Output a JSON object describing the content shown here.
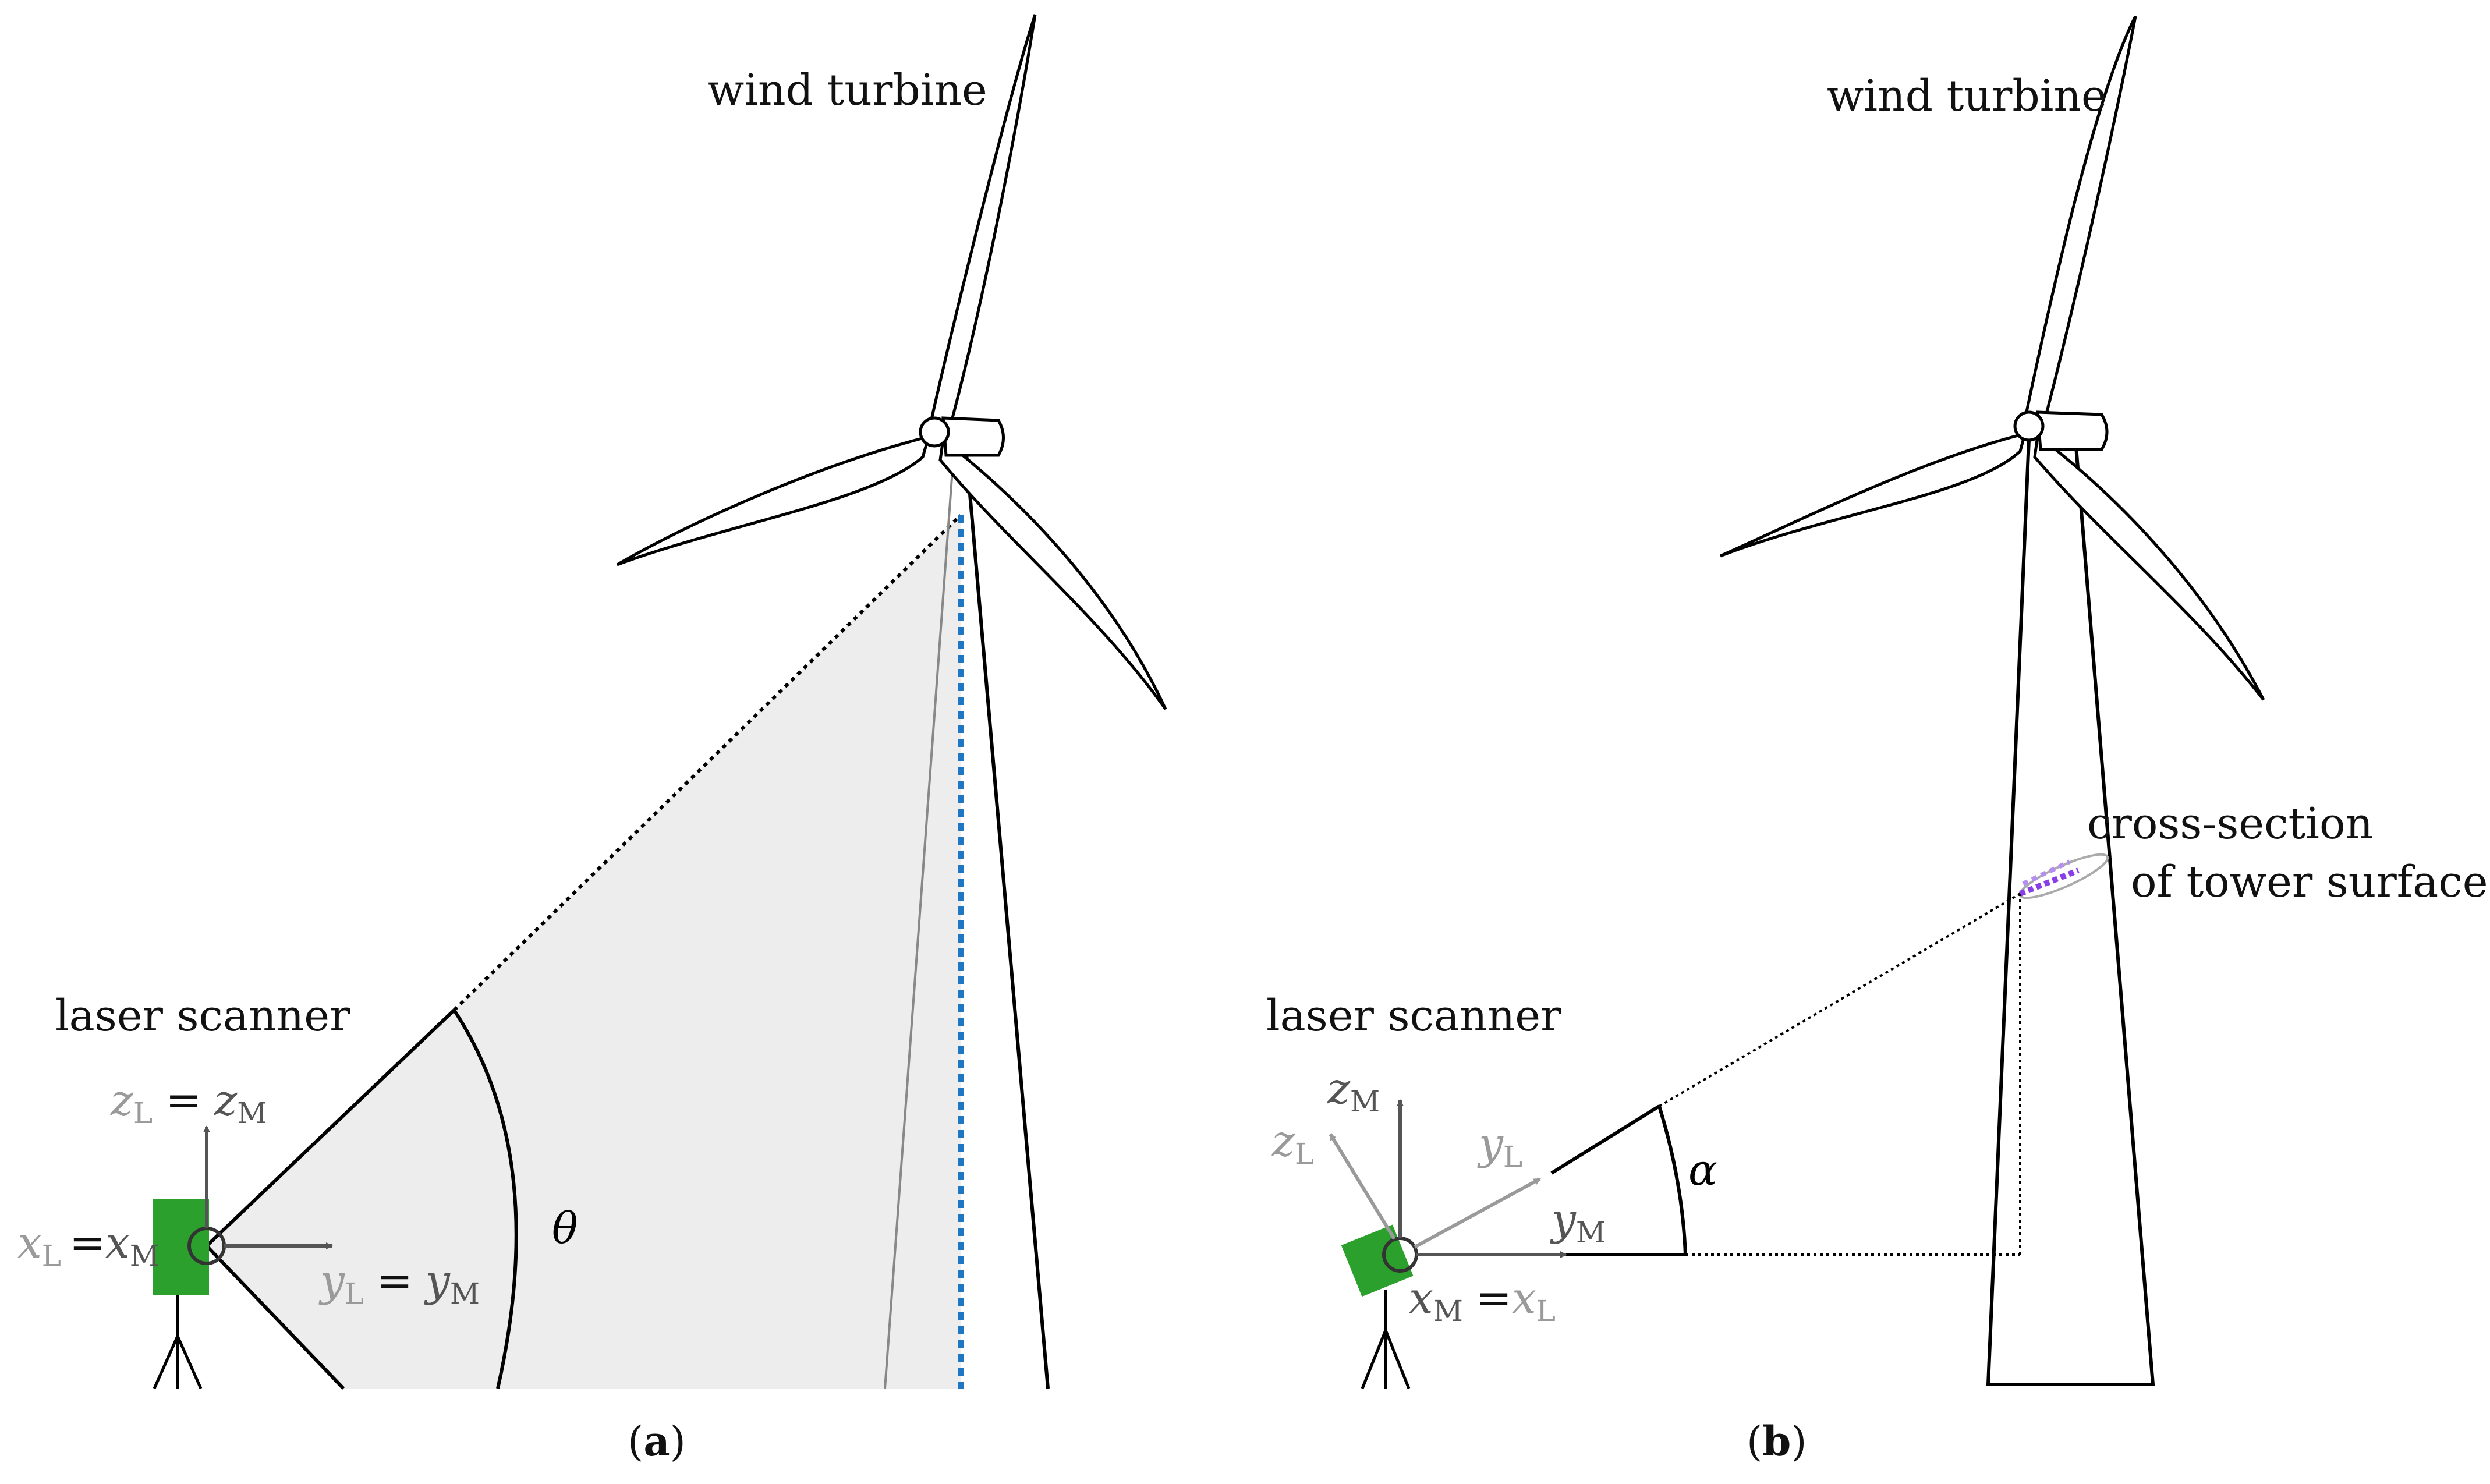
{
  "colors": {
    "scanner": "#2ca02c",
    "scan_fan": "#ededed",
    "tower_line": "#1f77c4",
    "cross_section_points": "#8a3ee6",
    "cross_section_points_light": "#b58ef0",
    "axis_dark": "#555555",
    "axis_light": "#9a9a9a"
  },
  "panel_a": {
    "turbine_label": "wind turbine",
    "scanner_label": "laser scanner",
    "angle_symbol": "θ",
    "axis_z": {
      "light_main": "z",
      "light_sub": "L",
      "eq": "=",
      "dark_main": "z",
      "dark_sub": "M"
    },
    "axis_x": {
      "light_main": "x",
      "light_sub": "L",
      "eq": "=",
      "dark_main": "x",
      "dark_sub": "M"
    },
    "axis_y": {
      "light_main": "y",
      "light_sub": "L",
      "eq": "=",
      "dark_main": "y",
      "dark_sub": "M"
    },
    "caption": {
      "open": "(",
      "letter": "a",
      "close": ")"
    }
  },
  "panel_b": {
    "turbine_label": "wind turbine",
    "scanner_label": "laser scanner",
    "cross_section_line1": "cross-section",
    "cross_section_line2": "of tower surface",
    "angle_symbol": "α",
    "axis_zM": {
      "main": "z",
      "sub": "M"
    },
    "axis_zL": {
      "main": "z",
      "sub": "L"
    },
    "axis_yL": {
      "main": "y",
      "sub": "L"
    },
    "axis_yM": {
      "main": "y",
      "sub": "M"
    },
    "axis_x": {
      "dark_main": "x",
      "dark_sub": "M",
      "eq": "=",
      "light_main": "x",
      "light_sub": "L"
    },
    "caption": {
      "open": "(",
      "letter": "b",
      "close": ")"
    }
  }
}
